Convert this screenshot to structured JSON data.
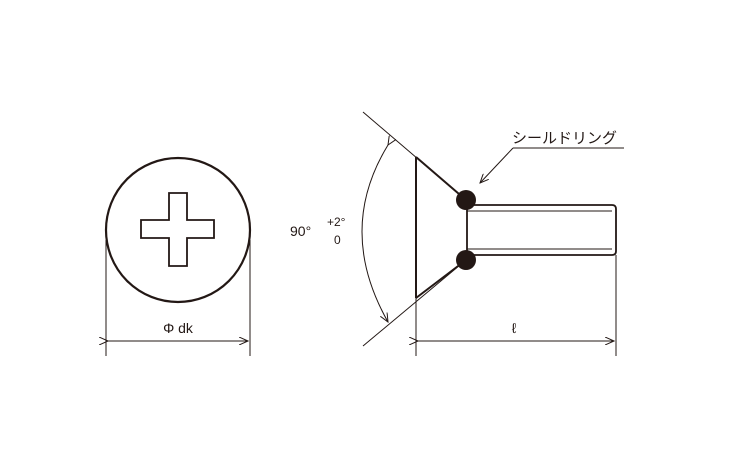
{
  "diagram": {
    "title": "Countersunk Phillips screw with seal ring",
    "colors": {
      "line": "#231815",
      "background": "#ffffff"
    },
    "head_view": {
      "dimension_label": "Φ dk",
      "recess": "phillips-cross"
    },
    "side_view": {
      "angle_main": "90°",
      "angle_tol_upper": "+2°",
      "angle_tol_lower": "0",
      "seal_ring_label": "シールドリング",
      "length_label": "ℓ"
    }
  }
}
